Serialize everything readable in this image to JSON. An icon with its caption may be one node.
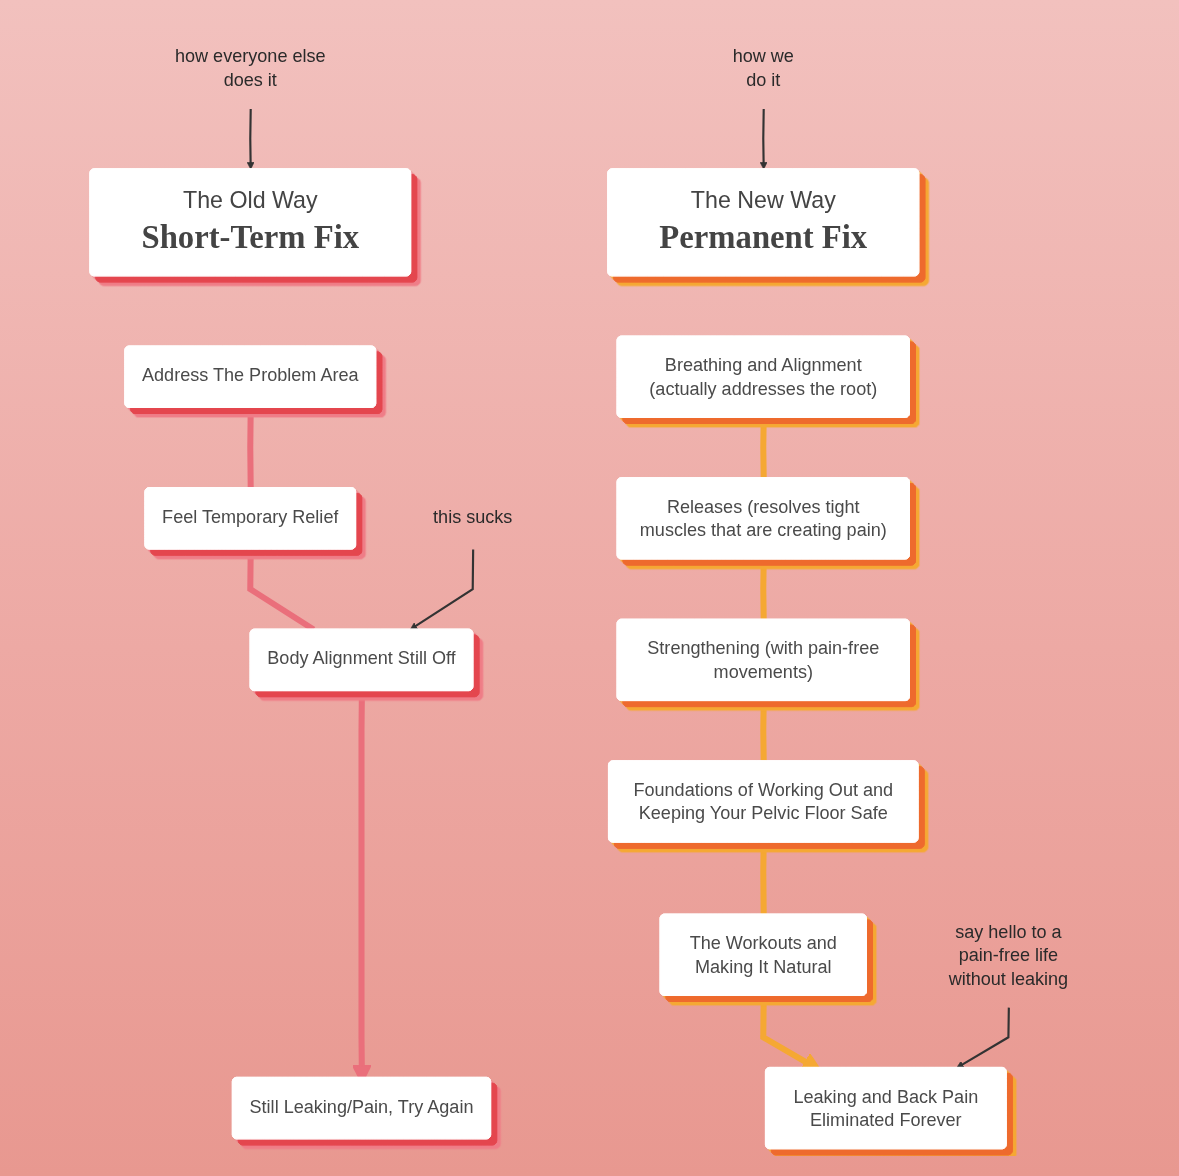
{
  "diagram": {
    "nodes": [
      {
        "text": [
          "how everyone else does it"
        ]
      },
      {
        "text": [
          "The Old Way",
          "Short-Term Fix"
        ]
      },
      {
        "text": [
          "Address The Problem Area"
        ]
      },
      {
        "text": [
          "Feel Temporary Relief"
        ]
      },
      {
        "text": [
          "Body Alignment Still Off"
        ]
      },
      {
        "text": [
          "this sucks"
        ]
      },
      {
        "text": [
          "Still Leaking/Pain, Try Again"
        ]
      },
      {
        "text": [
          "how we do it"
        ]
      },
      {
        "text": [
          "The New Way",
          "Permanent Fix"
        ]
      },
      {
        "text": [
          "Breathing and Alignment (actually addresses the root)"
        ]
      },
      {
        "text": [
          "Releases (resolves tight muscles that are creating pain)"
        ]
      },
      {
        "text": [
          "Strengthening (with pain-free movements)"
        ]
      },
      {
        "text": [
          "Foundations of Working Out and Keeping Your Pelvic Floor Safe"
        ]
      },
      {
        "text": [
          "The Workouts and Making It Natural"
        ]
      },
      {
        "text": [
          "say hello to a pain-free life without leaking"
        ]
      },
      {
        "text": [
          "Leaking and Back Pain Eliminated Forever"
        ]
      }
    ],
    "edges": [
      {
        "from": 2,
        "to": 3,
        "arrow": "none",
        "color": "#ea6f7b"
      },
      {
        "from": 3,
        "to": 4,
        "arrow": "none",
        "color": "#ea6f7b"
      },
      {
        "from": 4,
        "to": 6,
        "arrow": "to",
        "color": "#ea6f7b"
      },
      {
        "from": 9,
        "to": 10,
        "arrow": "none"
      },
      {
        "from": 10,
        "to": 11,
        "arrow": "none"
      },
      {
        "from": 11,
        "to": 12,
        "arrow": "none"
      },
      {
        "from": 12,
        "to": 13,
        "arrow": "none"
      },
      {
        "from": 13,
        "to": 15,
        "arrow": "to"
      },
      {
        "from": 0,
        "to": 1,
        "arrow": "to",
        "color": "#333333"
      },
      {
        "from": 5,
        "to": 4,
        "arrow": "to",
        "color": "#333333"
      },
      {
        "from": 7,
        "to": 8,
        "arrow": "to",
        "color": "#333333"
      },
      {
        "from": 14,
        "to": 15,
        "arrow": "to",
        "color": "#333333"
      }
    ]
  }
}
